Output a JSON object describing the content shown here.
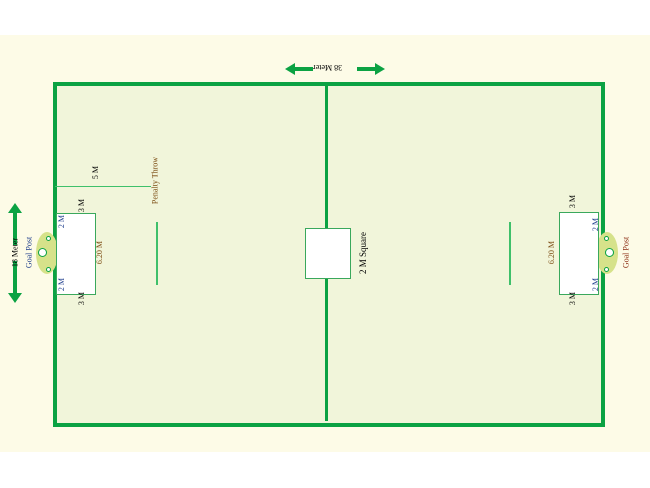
{
  "labels": {
    "width": "38 Meter",
    "height": "18 Meter",
    "goal_post_left": "Goal Post",
    "goal_post_right": "Goal Post",
    "penalty_throw": "Penalty Throw",
    "five_m": "5 M",
    "three_m": "3 M",
    "two_m": "2 M",
    "six_twenty": "6.20 M",
    "center_square": "2 M Square"
  },
  "colors": {
    "line": "#0ba243",
    "field": "#f1f5da",
    "background": "#fdfbe7"
  }
}
